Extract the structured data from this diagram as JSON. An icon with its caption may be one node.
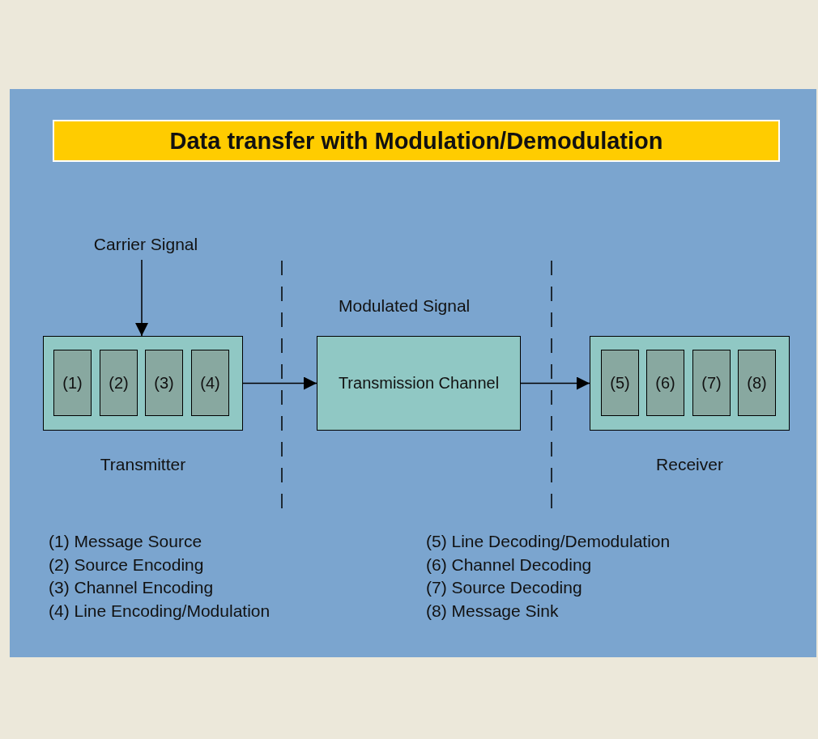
{
  "diagram": {
    "title": "Data transfer with Modulation/Demodulation",
    "nodes": [
      {
        "text": [
          "Carrier Signal"
        ]
      },
      {
        "text": [],
        "shape": "box",
        "beside": [
          "Transmitter"
        ]
      },
      {
        "text": [
          "(1)"
        ],
        "in": 1
      },
      {
        "text": [
          "(2)"
        ],
        "in": 1
      },
      {
        "text": [
          "(3)"
        ],
        "in": 1
      },
      {
        "text": [
          "(4)"
        ],
        "in": 1
      },
      {
        "text": [
          "Transmission Channel"
        ]
      },
      {
        "text": [],
        "shape": "box",
        "beside": [
          "Receiver"
        ]
      },
      {
        "text": [
          "(5)"
        ],
        "in": 7
      },
      {
        "text": [
          "(6)"
        ],
        "in": 7
      },
      {
        "text": [
          "(7)"
        ],
        "in": 7
      },
      {
        "text": [
          "(8)"
        ],
        "in": 7
      }
    ],
    "edges": [
      {
        "from": 0,
        "to": 1,
        "arrow": "to"
      },
      {
        "from": 1,
        "to": 6,
        "arrow": "to"
      },
      {
        "from": 6,
        "to": 7,
        "arrow": "to"
      }
    ],
    "labels": [
      "Modulated Signal",
      "(1) Message Source",
      "(5) Line Decoding/Demodulation",
      "(2) Source Encoding",
      "(6) Channel Decoding",
      "(3) Channel Encoding",
      "(7) Source Decoding",
      "(4) Line Encoding/Modulation",
      "(8) Message Sink"
    ]
  }
}
